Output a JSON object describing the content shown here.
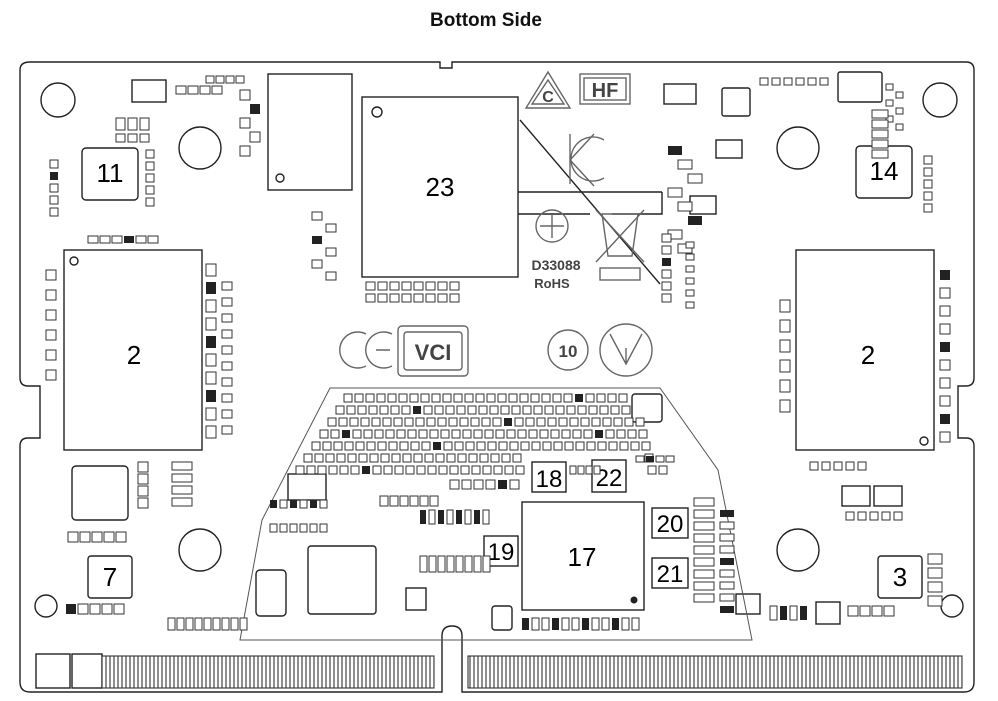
{
  "title": "Bottom Side",
  "components": [
    {
      "id": "chip-23",
      "label": "23"
    },
    {
      "id": "chip-11",
      "label": "11"
    },
    {
      "id": "chip-14",
      "label": "14"
    },
    {
      "id": "chip-2-left",
      "label": "2"
    },
    {
      "id": "chip-2-right",
      "label": "2"
    },
    {
      "id": "chip-17",
      "label": "17"
    },
    {
      "id": "chip-18",
      "label": "18"
    },
    {
      "id": "chip-22",
      "label": "22"
    },
    {
      "id": "chip-19",
      "label": "19"
    },
    {
      "id": "chip-20",
      "label": "20"
    },
    {
      "id": "chip-21",
      "label": "21"
    },
    {
      "id": "chip-7",
      "label": "7"
    },
    {
      "id": "chip-3",
      "label": "3"
    }
  ],
  "marks": {
    "hf": "HF",
    "code": "D33088",
    "rohs": "RoHS",
    "vci": "VCI",
    "years": "10"
  }
}
